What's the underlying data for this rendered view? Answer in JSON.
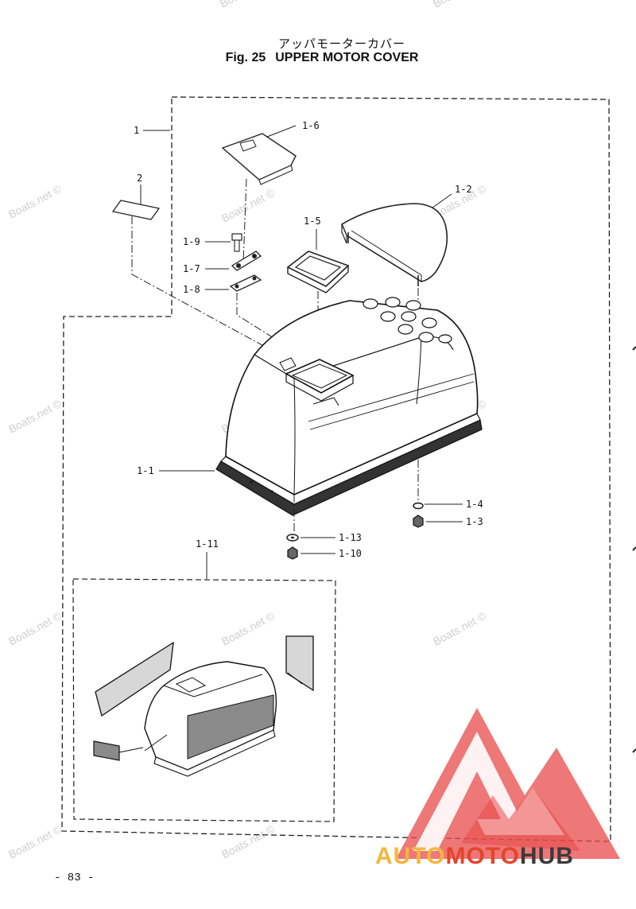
{
  "title": {
    "japanese": "アッパモーターカバー",
    "figure": "Fig. 25",
    "name": "UPPER MOTOR COVER"
  },
  "callouts": {
    "c1": "1",
    "c2": "2",
    "c1_1": "1-1",
    "c1_2": "1-2",
    "c1_3": "1-3",
    "c1_4": "1-4",
    "c1_5": "1-5",
    "c1_6": "1-6",
    "c1_7": "1-7",
    "c1_8": "1-8",
    "c1_9": "1-9",
    "c1_10": "1-10",
    "c1_11": "1-11",
    "c1_13": "1-13"
  },
  "watermark": "Boats.net ©",
  "page_number": "- 83 -",
  "logo": {
    "part1": "AUTO",
    "part2": "MOTO",
    "part3": "HUB"
  }
}
